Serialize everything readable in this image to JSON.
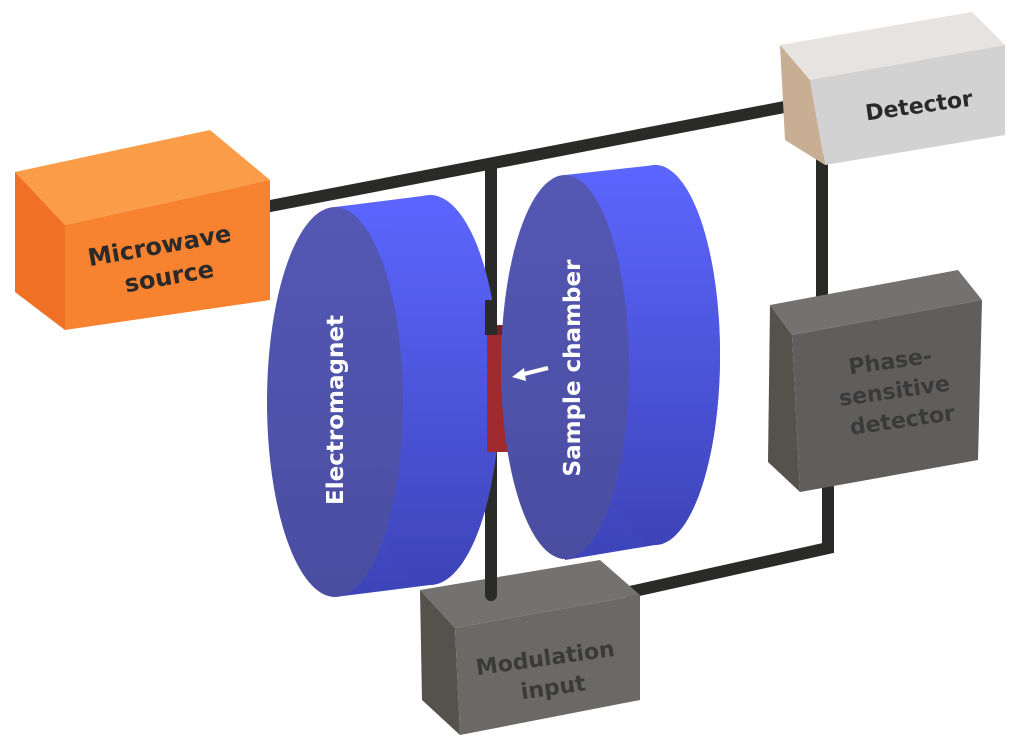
{
  "labels": {
    "microwave_source": [
      "Microwave",
      "source"
    ],
    "detector": "Detector",
    "electromagnet": "Electromagnet",
    "sample_chamber": "Sample chamber",
    "phase_sensitive_detector": [
      "Phase-",
      "sensitive",
      "detector"
    ],
    "modulation_input": [
      "Modulation",
      "input"
    ]
  },
  "colors": {
    "microwave_source": "#F7822F",
    "detector": "#D4D4D4",
    "magnet_face": "#5152A8",
    "magnet_body": "#5A62F5",
    "sample_chamber": "#A02A2E",
    "gray_box": "#5F5E5C",
    "rod": "#2A2A28"
  }
}
